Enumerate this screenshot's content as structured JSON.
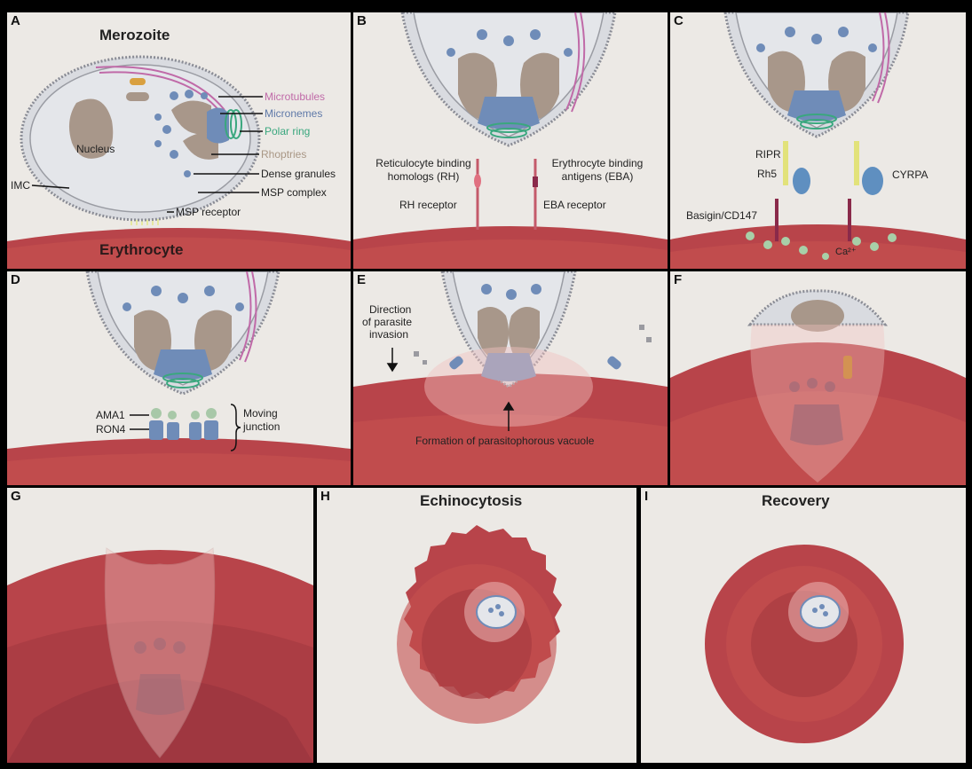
{
  "panels": {
    "A": {
      "letter": "A",
      "title": "Merozoite",
      "cell_label": "Erythrocyte",
      "labels": {
        "microtubules": "Microtubules",
        "micronemes": "Micronemes",
        "polar_ring": "Polar ring",
        "rhoptries": "Rhoptries",
        "nucleus": "Nucleus",
        "dense_granules": "Dense granules",
        "imc": "IMC",
        "msp_complex": "MSP complex",
        "msp_receptor": "MSP receptor"
      }
    },
    "B": {
      "letter": "B",
      "labels": {
        "rh_line1": "Reticulocyte binding",
        "rh_line2": "homologs (RH)",
        "eba_line1": "Erythrocyte binding",
        "eba_line2": "antigens (EBA)",
        "rh_receptor": "RH receptor",
        "eba_receptor": "EBA receptor"
      }
    },
    "C": {
      "letter": "C",
      "labels": {
        "ripr": "RIPR",
        "rh5": "Rh5",
        "cyrpa": "CYRPA",
        "basigin": "Basigin/CD147",
        "calcium": "Ca²⁺"
      }
    },
    "D": {
      "letter": "D",
      "labels": {
        "ama1": "AMA1",
        "ron4": "RON4",
        "moving1": "Moving",
        "moving2": "junction"
      }
    },
    "E": {
      "letter": "E",
      "labels": {
        "dir1": "Direction",
        "dir2": "of parasite",
        "dir3": "invasion",
        "vacuole": "Formation of parasitophorous vacuole"
      }
    },
    "F": {
      "letter": "F"
    },
    "G": {
      "letter": "G"
    },
    "H": {
      "letter": "H",
      "title": "Echinocytosis"
    },
    "I": {
      "letter": "I",
      "title": "Recovery"
    }
  },
  "colors": {
    "background": "#ece9e5",
    "erythrocyte": "#b8444a",
    "erythrocyte_light": "#cf5d5f",
    "merozoite_body": "#d9dbe0",
    "micronemes": "#6f8cb8",
    "rhoptries": "#a8978a",
    "polar_ring": "#3aa77e",
    "microtubules": "#c06aa8",
    "ripr": "#e2e27a",
    "calcium": "#a8cfa8"
  }
}
